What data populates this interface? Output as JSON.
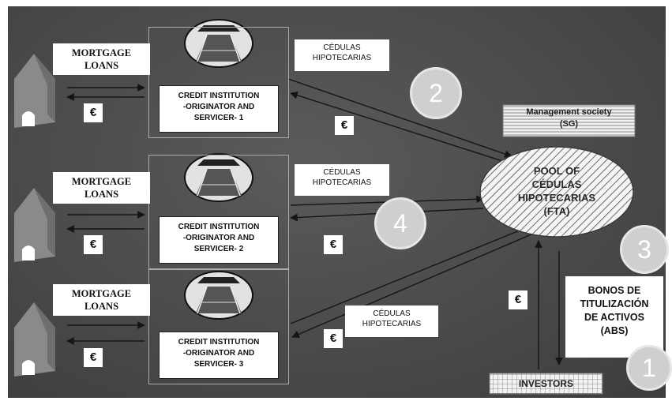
{
  "rows": [
    {
      "mortgage_label": "MORTGAGE\nLOANS",
      "euro_left": "€",
      "institution_label": "CREDIT INSTITUTION\n-ORIGINATOR AND\nSERVICER- 1",
      "cedulas_label": "CÉDULAS\nHIPOTECARIAS",
      "euro_right": "€"
    },
    {
      "mortgage_label": "MORTGAGE\nLOANS",
      "euro_left": "€",
      "institution_label": "CREDIT INSTITUTION\n-ORIGINATOR AND\nSERVICER- 2",
      "cedulas_label": "CÉDULAS\nHIPOTECARIAS",
      "euro_right": "€"
    },
    {
      "mortgage_label": "MORTGAGE\nLOANS",
      "euro_left": "€",
      "institution_label": "CREDIT INSTITUTION\n-ORIGINATOR AND\nSERVICER- 3",
      "cedulas_label": "CÉDULAS\nHIPOTECARIAS",
      "euro_right": "€"
    }
  ],
  "management_society": "Management society\n(SG)",
  "pool": "POOL OF\nCÉDULAS\nHIPOTECARIAS\n(FTA)",
  "bonos": "BONOS DE\nTITULIZACIÓN\nDE ACTIVOS\n(ABS)",
  "investors": "INVESTORS",
  "investor_euro": "€",
  "step_numbers": [
    "1",
    "2",
    "3",
    "4"
  ],
  "colors": {
    "board": "#4a4a4a",
    "box": "#ffffff",
    "house": "#8a8a8a",
    "circle": "#cfcfcf",
    "arrow": "#151515"
  }
}
